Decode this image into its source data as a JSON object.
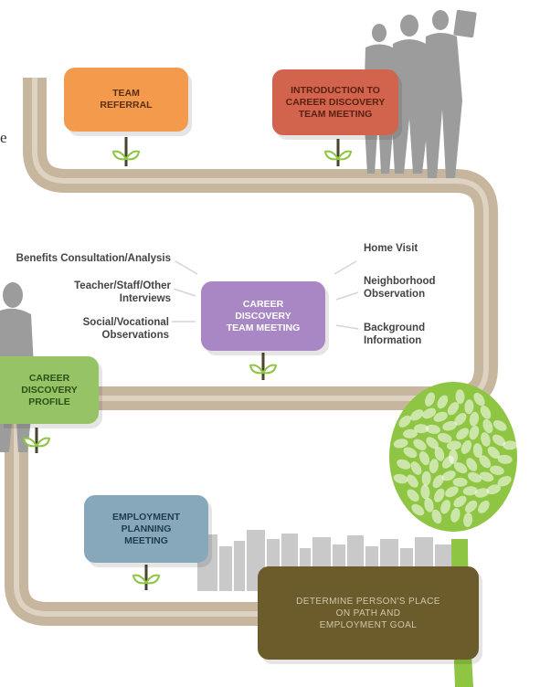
{
  "colors": {
    "path": "#c6b69e",
    "path_center": "#e4dacb",
    "orange": "#f39a4c",
    "red": "#d2634d",
    "purple": "#a987c4",
    "green": "#95c365",
    "blue": "#87a8ba",
    "brown": "#6c5b2b",
    "silhouette": "#9c9c9c",
    "leaf": "#8ec542",
    "stem": "#4a4330"
  },
  "edge_letter": "e",
  "boxes": {
    "team_referral": "TEAM\nREFERRAL",
    "introduction": "INTRODUCTION TO\nCAREER DISCOVERY\nTEAM MEETING",
    "career_discovery_meeting": "CAREER\nDISCOVERY\nTEAM MEETING",
    "career_discovery_profile": "CAREER\nDISCOVERY\nPROFILE",
    "employment_planning": "EMPLOYMENT\nPLANNING\nMEETING",
    "determine": "DETERMINE PERSON'S PLACE\nON PATH AND\nEMPLOYMENT GOAL"
  },
  "left_inputs": [
    "Benefits Consultation/Analysis",
    "Teacher/Staff/Other\nInterviews",
    "Social/Vocational\nObservations"
  ],
  "right_inputs": [
    "Home Visit",
    "Neighborhood\nObservation",
    "Background\nInformation"
  ]
}
